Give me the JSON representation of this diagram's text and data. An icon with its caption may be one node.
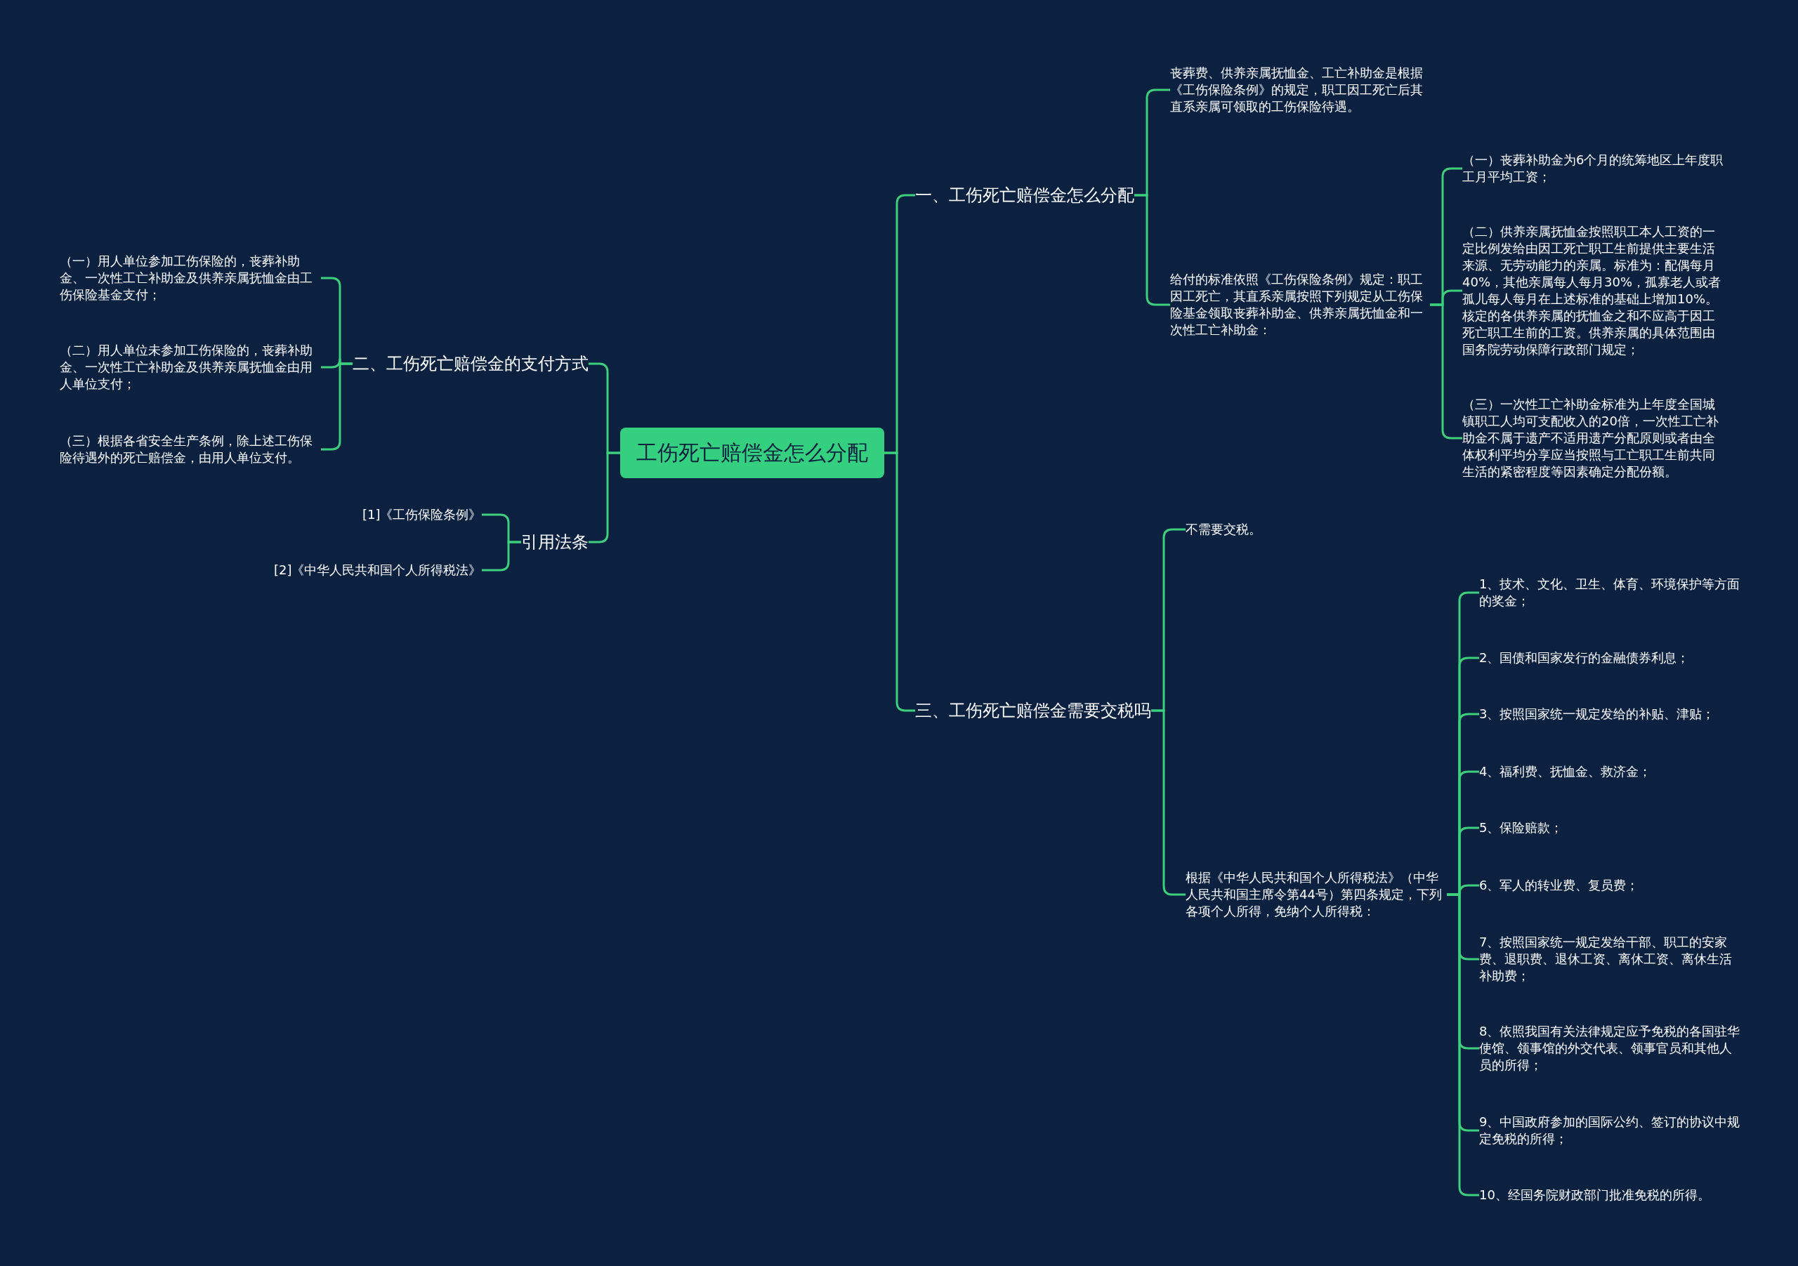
{
  "diagram": {
    "nodes": [
      {
        "text": [
          "工伤死亡赔偿金怎么分配"
        ]
      },
      {
        "text": [
          "一、工伤死亡赔偿金怎么分配"
        ]
      },
      {
        "text": [
          "丧葬费、供养亲属抚恤金、工亡补助金是根据《工伤保险条例》的规定，职工因工死亡后其直系亲属可领取的工伤保险待遇。"
        ]
      },
      {
        "text": [
          "给付的标准依照《工伤保险条例》规定：职工因工死亡，其直系亲属按照下列规定从工伤保险基金领取丧葬补助金、供养亲属抚恤金和一次性工亡补助金："
        ]
      },
      {
        "text": [
          "（一）丧葬补助金为6个月的统筹地区上年度职工月平均工资；"
        ]
      },
      {
        "text": [
          "（二）供养亲属抚恤金按照职工本人工资的一定比例发给由因工死亡职工生前提供主要生活来源、无劳动能力的亲属。标准为：配偶每月40%，其他亲属每人每月30%，孤寡老人或者孤儿每人每月在上述标准的基础上增加10%。核定的各供养亲属的抚恤金之和不应高于因工死亡职工生前的工资。供养亲属的具体范围由国务院劳动保障行政部门规定；"
        ]
      },
      {
        "text": [
          "（三）一次性工亡补助金标准为上年度全国城镇职工人均可支配收入的20倍，一次性工亡补助金不属于遗产不适用遗产分配原则或者由全体权利平均分享应当按照与工亡职工生前共同生活的紧密程度等因素确定分配份额。"
        ]
      },
      {
        "text": [
          "三、工伤死亡赔偿金需要交税吗"
        ]
      },
      {
        "text": [
          "不需要交税。"
        ]
      },
      {
        "text": [
          "根据《中华人民共和国个人所得税法》（中华人民共和国主席令第44号）第四条规定，下列各项个人所得，免纳个人所得税："
        ]
      },
      {
        "text": [
          "1、技术、文化、卫生、体育、环境保护等方面的奖金；"
        ]
      },
      {
        "text": [
          "2、国债和国家发行的金融债券利息；"
        ]
      },
      {
        "text": [
          "3、按照国家统一规定发给的补贴、津贴；"
        ]
      },
      {
        "text": [
          "4、福利费、抚恤金、救济金；"
        ]
      },
      {
        "text": [
          "5、保险赔款；"
        ]
      },
      {
        "text": [
          "6、军人的转业费、复员费；"
        ]
      },
      {
        "text": [
          "7、按照国家统一规定发给干部、职工的安家费、退职费、退休工资、离休工资、离休生活补助费；"
        ]
      },
      {
        "text": [
          "8、依照我国有关法律规定应予免税的各国驻华使馆、领事馆的外交代表、领事官员和其他人员的所得；"
        ]
      },
      {
        "text": [
          "9、中国政府参加的国际公约、签订的协议中规定免税的所得；"
        ]
      },
      {
        "text": [
          "10、经国务院财政部门批准免税的所得。"
        ]
      },
      {
        "text": [
          "二、工伤死亡赔偿金的支付方式"
        ]
      },
      {
        "text": [
          "（一）用人单位参加工伤保险的，丧葬补助金、一次性工亡补助金及供养亲属抚恤金由工伤保险基金支付；"
        ]
      },
      {
        "text": [
          "（二）用人单位未参加工伤保险的，丧葬补助金、一次性工亡补助金及供养亲属抚恤金由用人单位支付；"
        ]
      },
      {
        "text": [
          "（三）根据各省安全生产条例，除上述工伤保险待遇外的死亡赔偿金，由用人单位支付。"
        ]
      },
      {
        "text": [
          "引用法条"
        ]
      },
      {
        "text": [
          "[1]《工伤保险条例》"
        ]
      },
      {
        "text": [
          "[2]《中华人民共和国个人所得税法》"
        ]
      }
    ],
    "edges": [
      {
        "from": 0,
        "to": 1,
        "arrow": "none"
      },
      {
        "from": 1,
        "to": 2,
        "arrow": "none"
      },
      {
        "from": 1,
        "to": 3,
        "arrow": "none"
      },
      {
        "from": 3,
        "to": 4,
        "arrow": "none"
      },
      {
        "from": 3,
        "to": 5,
        "arrow": "none"
      },
      {
        "from": 3,
        "to": 6,
        "arrow": "none"
      },
      {
        "from": 0,
        "to": 7,
        "arrow": "none"
      },
      {
        "from": 7,
        "to": 8,
        "arrow": "none"
      },
      {
        "from": 7,
        "to": 9,
        "arrow": "none"
      },
      {
        "from": 9,
        "to": 10,
        "arrow": "none"
      },
      {
        "from": 9,
        "to": 11,
        "arrow": "none"
      },
      {
        "from": 9,
        "to": 12,
        "arrow": "none"
      },
      {
        "from": 9,
        "to": 13,
        "arrow": "none"
      },
      {
        "from": 9,
        "to": 14,
        "arrow": "none"
      },
      {
        "from": 9,
        "to": 15,
        "arrow": "none"
      },
      {
        "from": 9,
        "to": 16,
        "arrow": "none"
      },
      {
        "from": 9,
        "to": 17,
        "arrow": "none"
      },
      {
        "from": 9,
        "to": 18,
        "arrow": "none"
      },
      {
        "from": 9,
        "to": 19,
        "arrow": "none"
      },
      {
        "from": 0,
        "to": 20,
        "arrow": "none"
      },
      {
        "from": 20,
        "to": 21,
        "arrow": "none"
      },
      {
        "from": 20,
        "to": 22,
        "arrow": "none"
      },
      {
        "from": 20,
        "to": 23,
        "arrow": "none"
      },
      {
        "from": 0,
        "to": 24,
        "arrow": "none"
      },
      {
        "from": 24,
        "to": 25,
        "arrow": "none"
      },
      {
        "from": 24,
        "to": 26,
        "arrow": "none"
      }
    ]
  }
}
